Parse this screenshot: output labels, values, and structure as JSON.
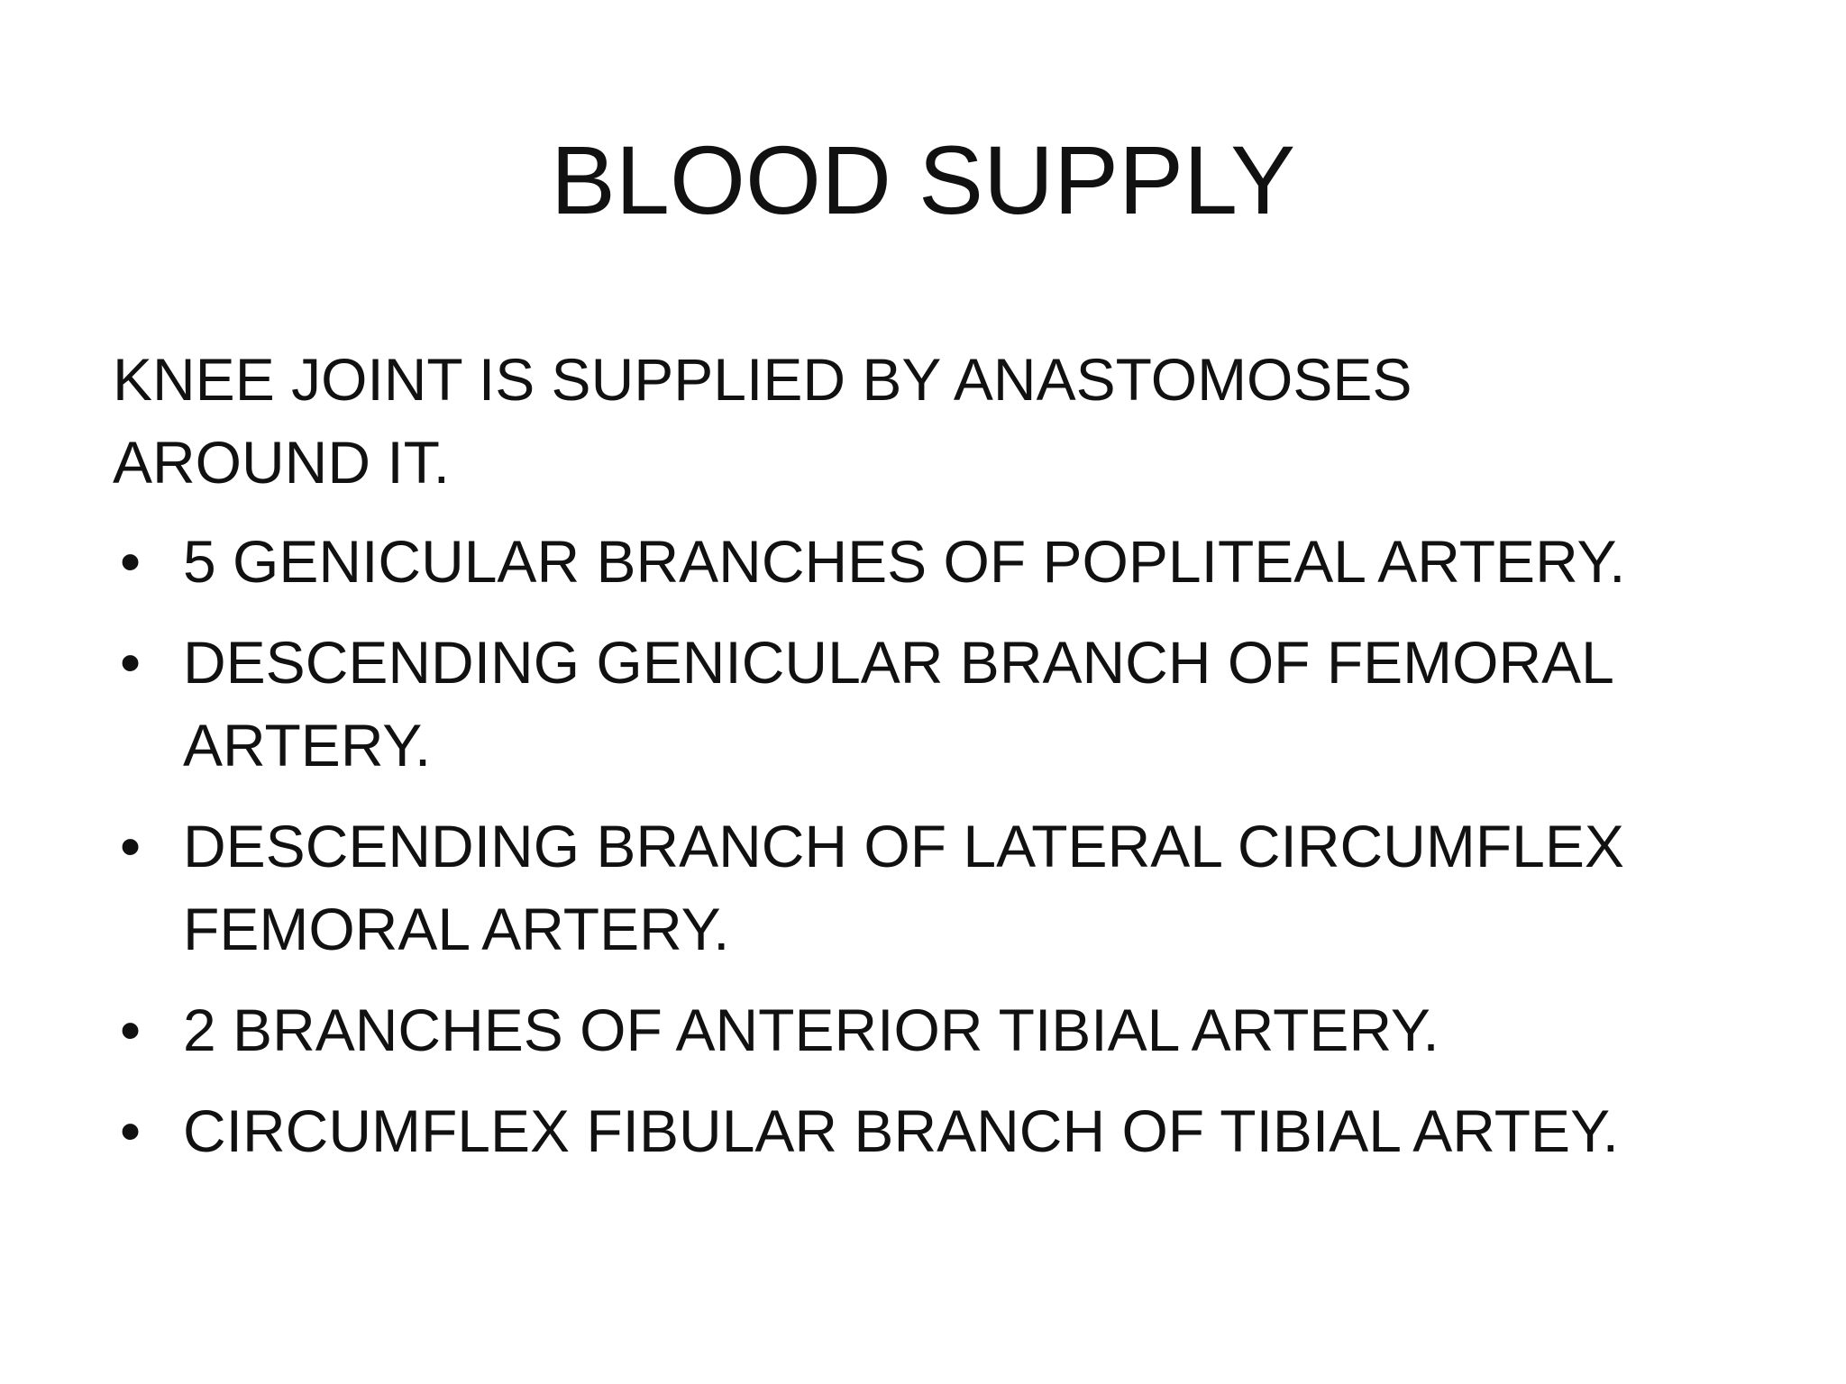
{
  "slide": {
    "title": "BLOOD SUPPLY",
    "intro": "KNEE JOINT IS SUPPLIED BY ANASTOMOSES AROUND IT.",
    "bullet_glyph": "•",
    "bullets": [
      "5 GENICULAR BRANCHES OF POPLITEAL ARTERY.",
      "DESCENDING GENICULAR BRANCH OF FEMORAL ARTERY.",
      "DESCENDING BRANCH OF LATERAL CIRCUMFLEX FEMORAL ARTERY.",
      "2 BRANCHES OF ANTERIOR TIBIAL ARTERY.",
      "CIRCUMFLEX FIBULAR BRANCH OF TIBIAL ARTEY."
    ]
  }
}
